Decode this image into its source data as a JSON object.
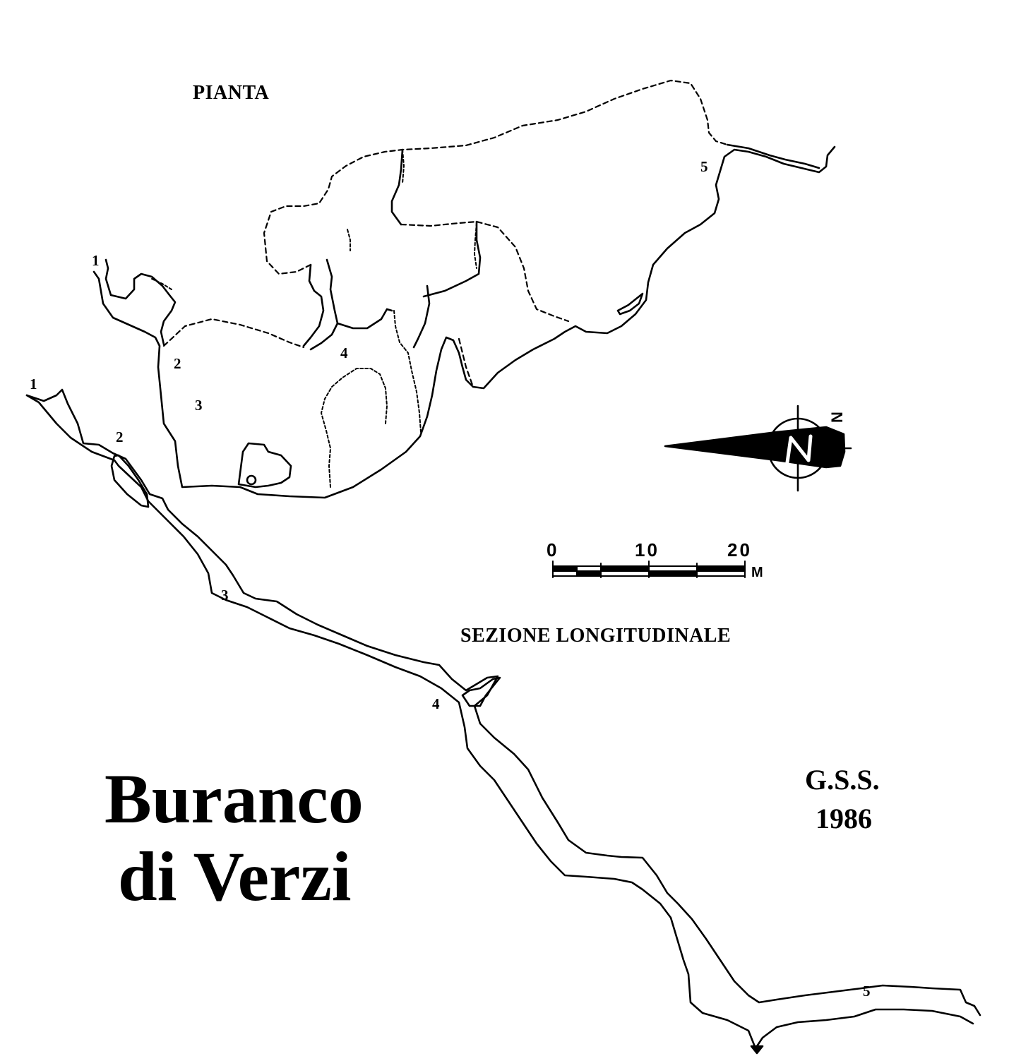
{
  "labels": {
    "plan_title": "PIANTA",
    "section_title": "SEZIONE LONGITUDINALE",
    "cave_name_line1": "Buranco",
    "cave_name_line2": "di Verzi",
    "author": "G.S.S.",
    "year": "1986"
  },
  "plan_stations": [
    "1",
    "2",
    "3",
    "4",
    "5"
  ],
  "section_stations": [
    "1",
    "2",
    "3",
    "4",
    "5"
  ],
  "scale": {
    "ticks": [
      "0",
      "10",
      "20"
    ],
    "unit": "M"
  },
  "north_arrow": {
    "letter": "N",
    "icon": "north-arrow-icon"
  },
  "colors": {
    "ink": "#000000",
    "paper": "#ffffff"
  }
}
